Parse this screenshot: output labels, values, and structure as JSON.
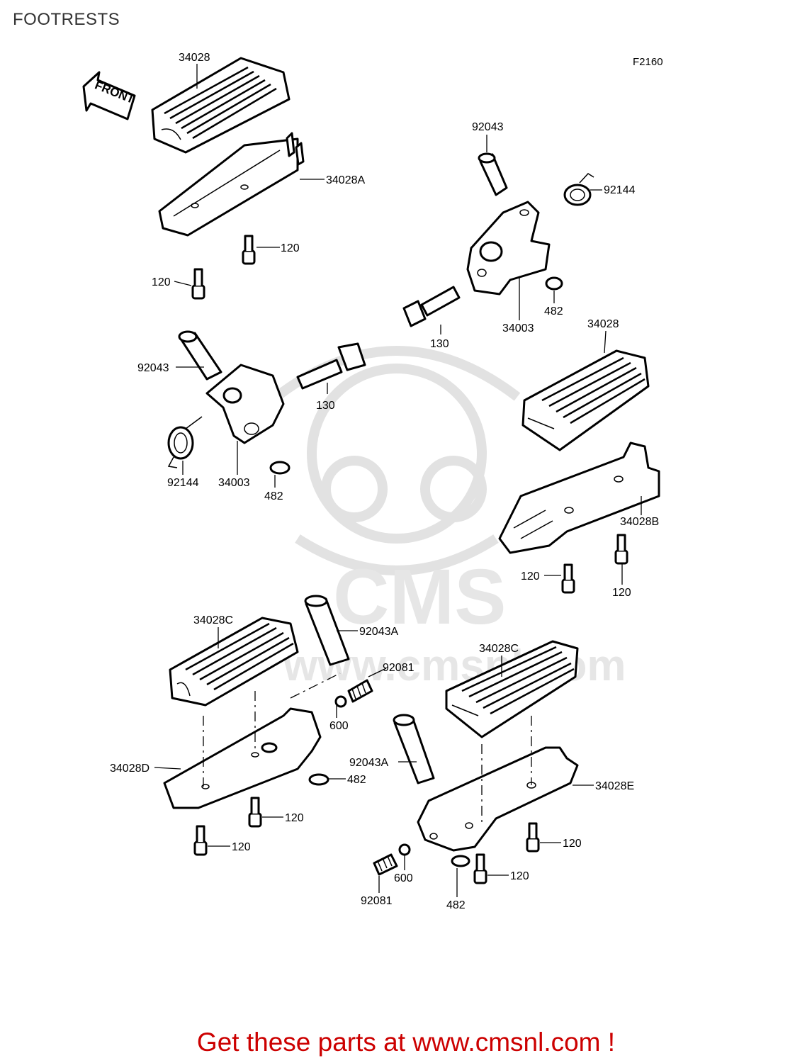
{
  "header": {
    "title": "FOOTRESTS"
  },
  "diagram": {
    "figure_code": "F2160",
    "front_arrow_text": "FRONT",
    "watermark": {
      "logo_text": "CMS",
      "url_text": "www.cmsnl.com"
    },
    "callouts": [
      "34028",
      "34028A",
      "120",
      "120",
      "92043",
      "92144",
      "482",
      "34003",
      "130",
      "92043",
      "130",
      "92144",
      "34003",
      "482",
      "34028",
      "34028B",
      "120",
      "120",
      "34028C",
      "92043A",
      "92081",
      "600",
      "34028D",
      "482",
      "120",
      "120",
      "34028C",
      "92043A",
      "34028E",
      "120",
      "120",
      "600",
      "92081",
      "482"
    ]
  },
  "footer": {
    "banner_text": "Get these parts at www.cmsnl.com !"
  }
}
